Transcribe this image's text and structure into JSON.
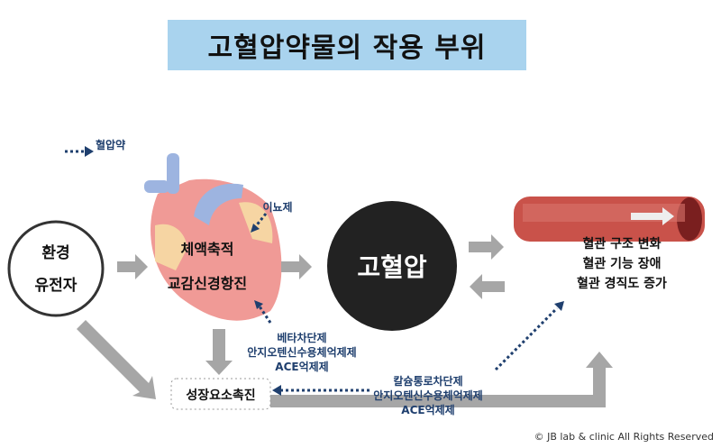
{
  "title": "고혈압약물의 작용 부위",
  "legend": {
    "label": "혈압약"
  },
  "left_circle": {
    "line1": "환경",
    "line2": "유전자"
  },
  "heart": {
    "line1": "체액축적",
    "line2": "교감신경항진"
  },
  "center": "고혈압",
  "vessel": {
    "line1": "혈관 구조 변화",
    "line2": "혈관 기능 장애",
    "line3": "혈관 경직도 증가"
  },
  "growth": "성장요소촉진",
  "drugs": {
    "diuretic": "이뇨제",
    "heart_drugs": [
      "베타차단제",
      "안지오텐신수용체억제제",
      "ACE억제제"
    ],
    "vessel_drugs": [
      "칼슘통로차단제",
      "안지오텐신수용체억제제",
      "ACE억제제"
    ]
  },
  "copyright": "© JB lab & clinic All Rights Reserved",
  "colors": {
    "title_bg": "#a9d3ee",
    "drug": "#1f3f6e",
    "arrow": "#a6a6a6"
  }
}
